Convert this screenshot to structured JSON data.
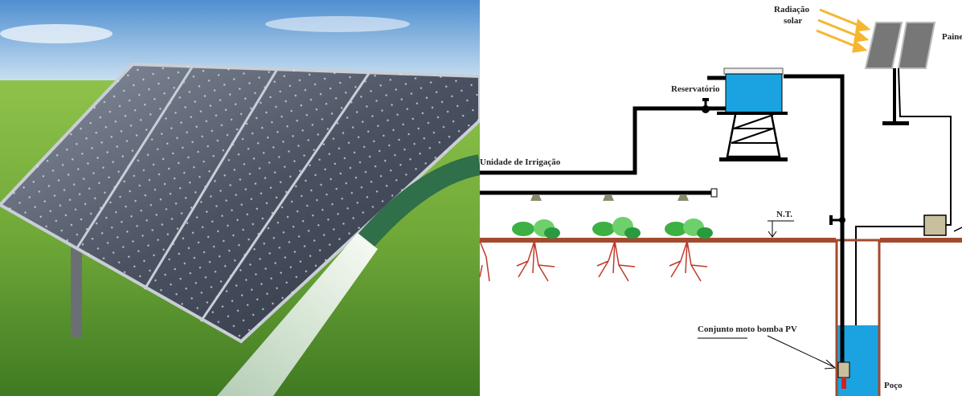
{
  "photo": {
    "description_icon": "solar-panel-field-photo"
  },
  "diagram": {
    "labels": {
      "radiation_line1": "Radiação",
      "radiation_line2": "solar",
      "panel": "Paine",
      "reservoir": "Reservatório",
      "irrigation_unit": "Unidade de Irrigação",
      "ground_level": "N.T.",
      "pump": "Conjunto moto bomba PV",
      "well": "Poço"
    },
    "colors": {
      "water": "#1aa3e0",
      "ground": "#a34a2e",
      "sun_rays": "#f5b731",
      "pipe": "#000000",
      "panel": "#7a7a7a",
      "plant": "#3cb043",
      "roots": "#c0392b",
      "equipment": "#c8bf9c"
    }
  }
}
